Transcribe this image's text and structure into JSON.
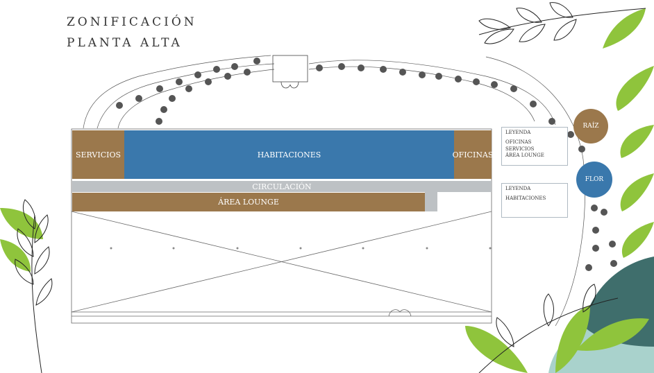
{
  "title": {
    "line1": "ZONIFICACIÓN",
    "line2": "PLANTA ALTA"
  },
  "zones": {
    "servicios": "SERVICIOS",
    "habitaciones": "HABITACIONES",
    "oficinas": "OFICINAS",
    "circulacion": "CIRCULACIÓN",
    "lounge": "ÁREA LOUNGE"
  },
  "legend_raiz": {
    "title": "LEYENDA",
    "items": [
      "OFICINAS",
      "SERVICIOS",
      "ÁREA LOUNGE"
    ]
  },
  "legend_flor": {
    "title": "LEYENDA",
    "items": [
      "HABITACIONES"
    ]
  },
  "circles": {
    "raiz": "RAÍZ",
    "flor": "FLOR"
  },
  "colors": {
    "brown": "#9b784c",
    "blue": "#3a78ac",
    "grey": "#bdc1c4",
    "leaf_green": "#8fc43c",
    "teal": "#3f6e6c",
    "pale_teal": "#a9d2cc"
  }
}
